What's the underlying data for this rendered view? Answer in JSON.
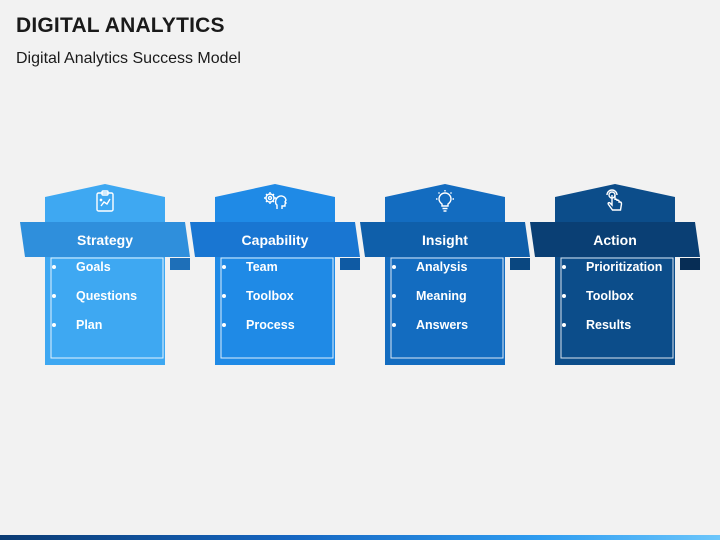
{
  "header": {
    "title": "DIGITAL ANALYTICS",
    "subtitle": "Digital Analytics Success Model"
  },
  "cards": [
    {
      "heading": "Strategy",
      "icon": "strategy-board-icon",
      "items": [
        "Goals",
        "Questions",
        "Plan"
      ],
      "colors": {
        "body": "#3ea8f2",
        "band": "#2f8fdc",
        "fold": "#1e6fb8"
      }
    },
    {
      "heading": "Capability",
      "icon": "gears-head-icon",
      "items": [
        "Team",
        "Toolbox",
        "Process"
      ],
      "colors": {
        "body": "#1f8ae6",
        "band": "#1976d2",
        "fold": "#0f5aa3"
      }
    },
    {
      "heading": "Insight",
      "icon": "lightbulb-icon",
      "items": [
        "Analysis",
        "Meaning",
        "Answers"
      ],
      "colors": {
        "body": "#136cc0",
        "band": "#0f5faa",
        "fold": "#0a4780"
      }
    },
    {
      "heading": "Action",
      "icon": "touch-hand-icon",
      "items": [
        "Prioritization",
        "Toolbox",
        "Results"
      ],
      "colors": {
        "body": "#0c4d8a",
        "band": "#0a3f74",
        "fold": "#072d55"
      }
    }
  ]
}
